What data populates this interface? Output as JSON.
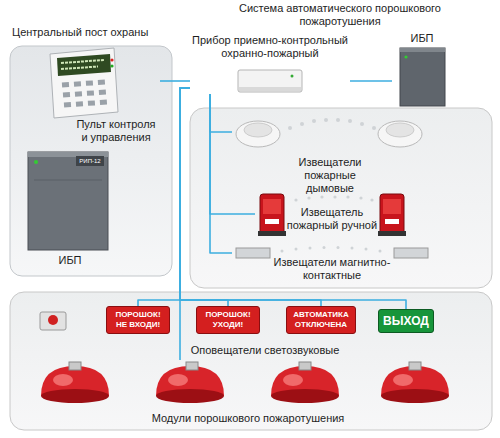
{
  "diagram": {
    "title": "Система автоматического порошкового пожаротушения",
    "nodes": [
      {
        "text": [
          "Центральный пост охраны"
        ]
      },
      {
        "text": [
          "Пульт контроля и управления"
        ],
        "in": 0
      },
      {
        "text": [
          "ИБП"
        ],
        "in": 0
      },
      {
        "text": [
          "Прибор приемно-контрольный охранно-пожарный"
        ]
      },
      {
        "text": [
          "ИБП"
        ]
      },
      {
        "text": [
          "Извещатели пожарные дымовые"
        ]
      },
      {
        "text": [
          "Извещатель пожарный ручной"
        ]
      },
      {
        "text": [
          "Извещатели магнитно-контактные"
        ]
      },
      {
        "text": [
          "ПОРОШОК! НЕ ВХОДИ!"
        ]
      },
      {
        "text": [
          "ПОРОШОК! УХОДИ!"
        ]
      },
      {
        "text": [
          "АВТОМАТИКА ОТКЛЮЧЕНА"
        ]
      },
      {
        "text": [
          "ВЫХОД"
        ]
      },
      {
        "text": [
          "Модули порошкового пожаротушения"
        ]
      }
    ],
    "edges": [
      {
        "from": 1,
        "to": 3,
        "arrow": "none"
      },
      {
        "from": 3,
        "to": 4,
        "arrow": "none"
      },
      {
        "from": 3,
        "to": 5,
        "arrow": "none"
      },
      {
        "from": 3,
        "to": 6,
        "arrow": "none"
      },
      {
        "from": 3,
        "to": 7,
        "arrow": "none"
      },
      {
        "from": 3,
        "to": 8,
        "arrow": "none"
      },
      {
        "from": 3,
        "to": 9,
        "arrow": "none"
      },
      {
        "from": 3,
        "to": 10,
        "arrow": "none"
      },
      {
        "from": 3,
        "to": 11,
        "arrow": "none"
      },
      {
        "from": 3,
        "to": 12,
        "arrow": "none"
      }
    ],
    "labels": [
      "РИП-12",
      "Оповещатели светозвуковые"
    ]
  }
}
